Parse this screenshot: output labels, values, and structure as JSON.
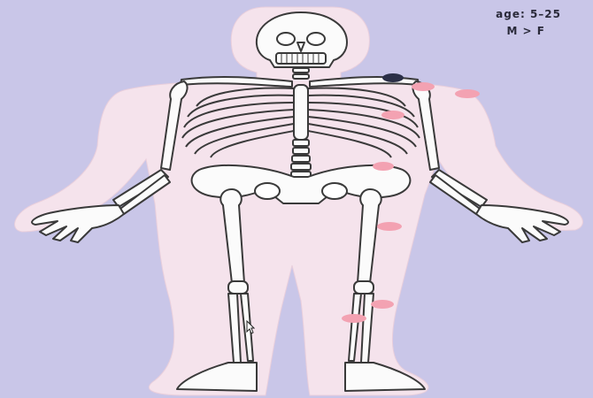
{
  "caption": {
    "age": "age: 5–25",
    "sex": "M > F"
  },
  "colors": {
    "background": "#c9c6e8",
    "body_silhouette": "#f5e3ec",
    "bone_fill": "#fbfbfb",
    "bone_outline": "#3a3a3a",
    "lesion_pink": "#f3a2b2",
    "lesion_dark": "#2b2f47"
  },
  "lesion_sites": [
    {
      "name": "shoulder-dark",
      "color": "dark"
    },
    {
      "name": "proximal-humerus",
      "color": "pink"
    },
    {
      "name": "humerus",
      "color": "pink"
    },
    {
      "name": "rib",
      "color": "pink"
    },
    {
      "name": "ilium",
      "color": "pink"
    },
    {
      "name": "femur",
      "color": "pink"
    },
    {
      "name": "proximal-tibia",
      "color": "pink"
    },
    {
      "name": "tibia",
      "color": "pink"
    }
  ]
}
